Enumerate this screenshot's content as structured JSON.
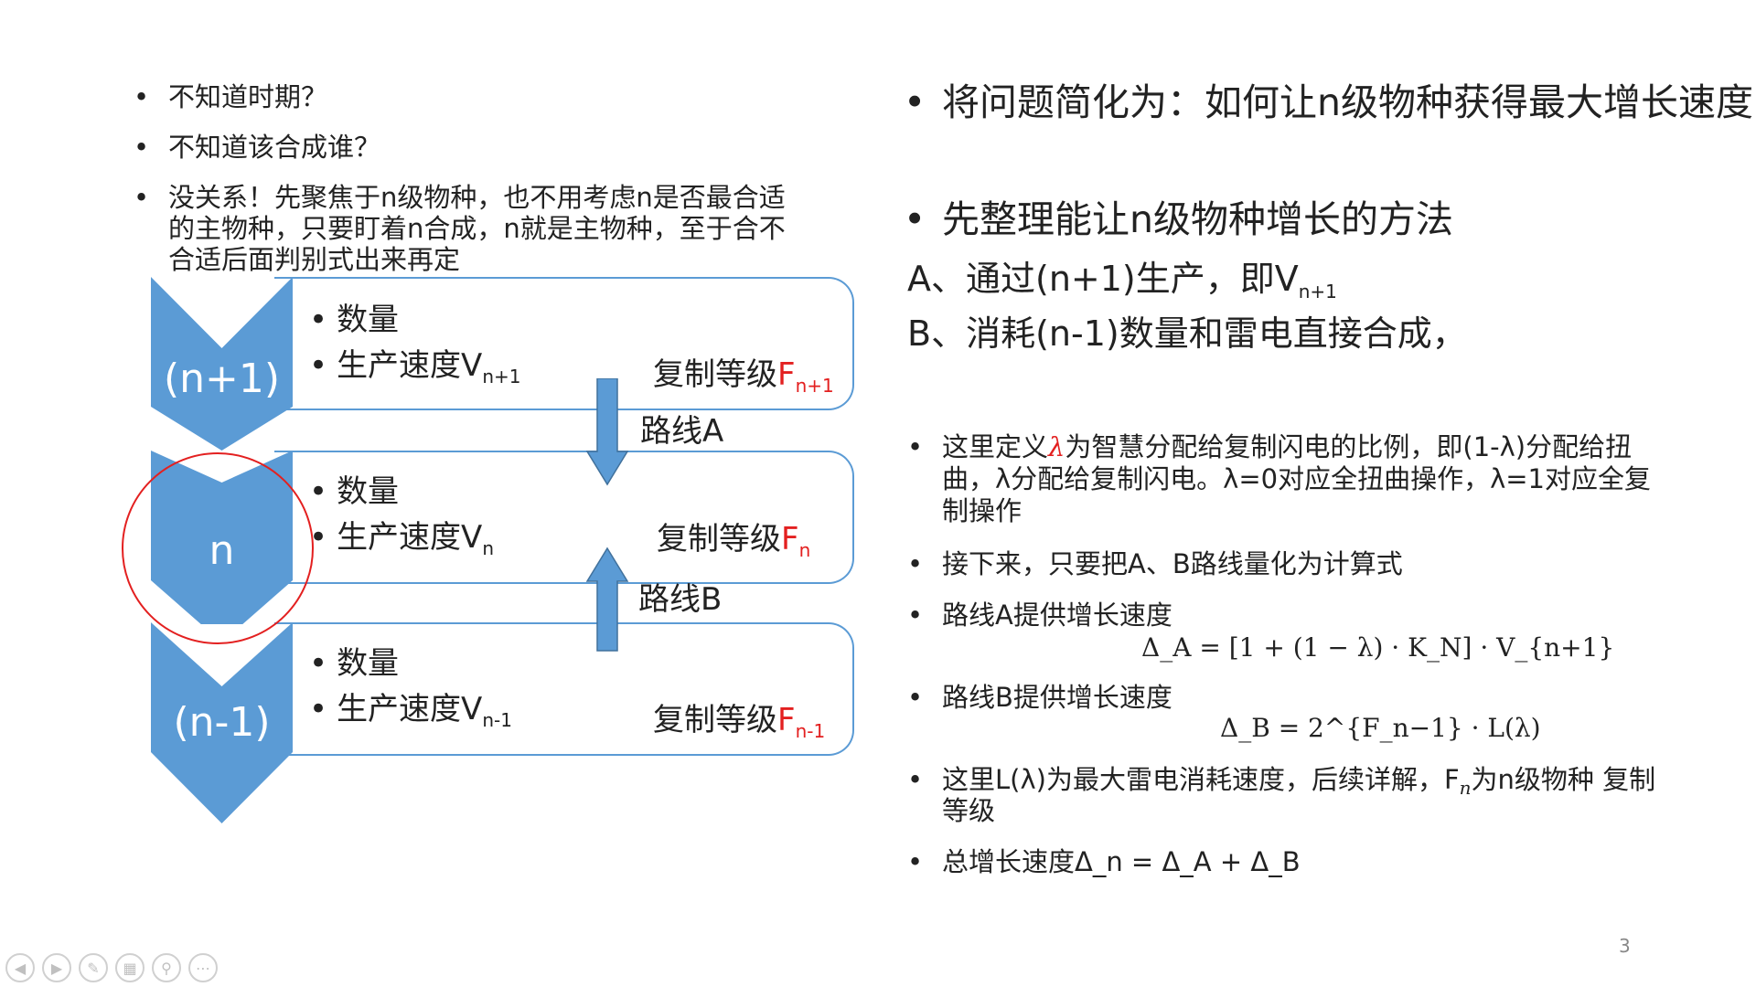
{
  "left_bullets": [
    "不知道时期？",
    "不知道该合成谁？",
    "没关系！先聚焦于n级物种，也不用考虑n是否最合适",
    "的主物种，只要盯着n合成，n就是主物种，至于合不",
    "合适后面判别式出来再定"
  ],
  "bullet_char": "•",
  "levels": [
    {
      "label": "(n+1)",
      "qty": "数量",
      "speed": "生产速度V",
      "speed_sub": "n+1",
      "grade": "复制等级",
      "grade_var": "F",
      "grade_sub": "n+1"
    },
    {
      "label": "n",
      "qty": "数量",
      "speed": "生产速度V",
      "speed_sub": "n",
      "grade": "复制等级",
      "grade_var": "F",
      "grade_sub": "n"
    },
    {
      "label": "(n-1)",
      "qty": "数量",
      "speed": "生产速度V",
      "speed_sub": "n-1",
      "grade": "复制等级",
      "grade_var": "F",
      "grade_sub": "n-1"
    }
  ],
  "routes": {
    "a": "路线A",
    "b": "路线B"
  },
  "right": {
    "b1": "将问题简化为：如何让n级物种获得最大增长速度",
    "b2": "先整理能让n级物种增长的方法",
    "lineA": "A、通过(n+1)生产，即V",
    "lineA_sub": "n+1",
    "lineB": "B、消耗(n-1)数量和雷电直接合成，"
  },
  "small": {
    "s1_a": "这里定义",
    "s1_lambda": "λ",
    "s1_b": "为智慧分配给复制闪电的比例，即(1-λ)分配给扭",
    "s1_line2": "曲，λ分配给复制闪电。λ=0对应全扭曲操作，λ=1对应全复",
    "s1_line3": "制操作",
    "s2": "接下来，只要把A、B路线量化为计算式",
    "s3": "路线A提供增长速度",
    "s3_formula": "Δ_A = [1 + (1 − λ) · K_N] · V_{n+1}",
    "s4": "路线B提供增长速度",
    "s4_formula": "Δ_B = 2^{F_n−1} · L(λ)",
    "s5_a": "这里L(λ)为最大雷电消耗速度，后续详解，F",
    "s5_b": "为n级物种  复制",
    "s5_line2": "等级",
    "s6": "总增长速度Δ_n = Δ_A + Δ_B"
  },
  "page_number": "3",
  "toolbar": [
    "prev-icon",
    "next-icon",
    "pen-icon",
    "slides-icon",
    "zoom-icon",
    "more-icon"
  ],
  "colors": {
    "chevron": "#5b9bd5",
    "accent_red": "#e32020",
    "box_border": "#5b9bd5",
    "circle": "#e32020"
  }
}
